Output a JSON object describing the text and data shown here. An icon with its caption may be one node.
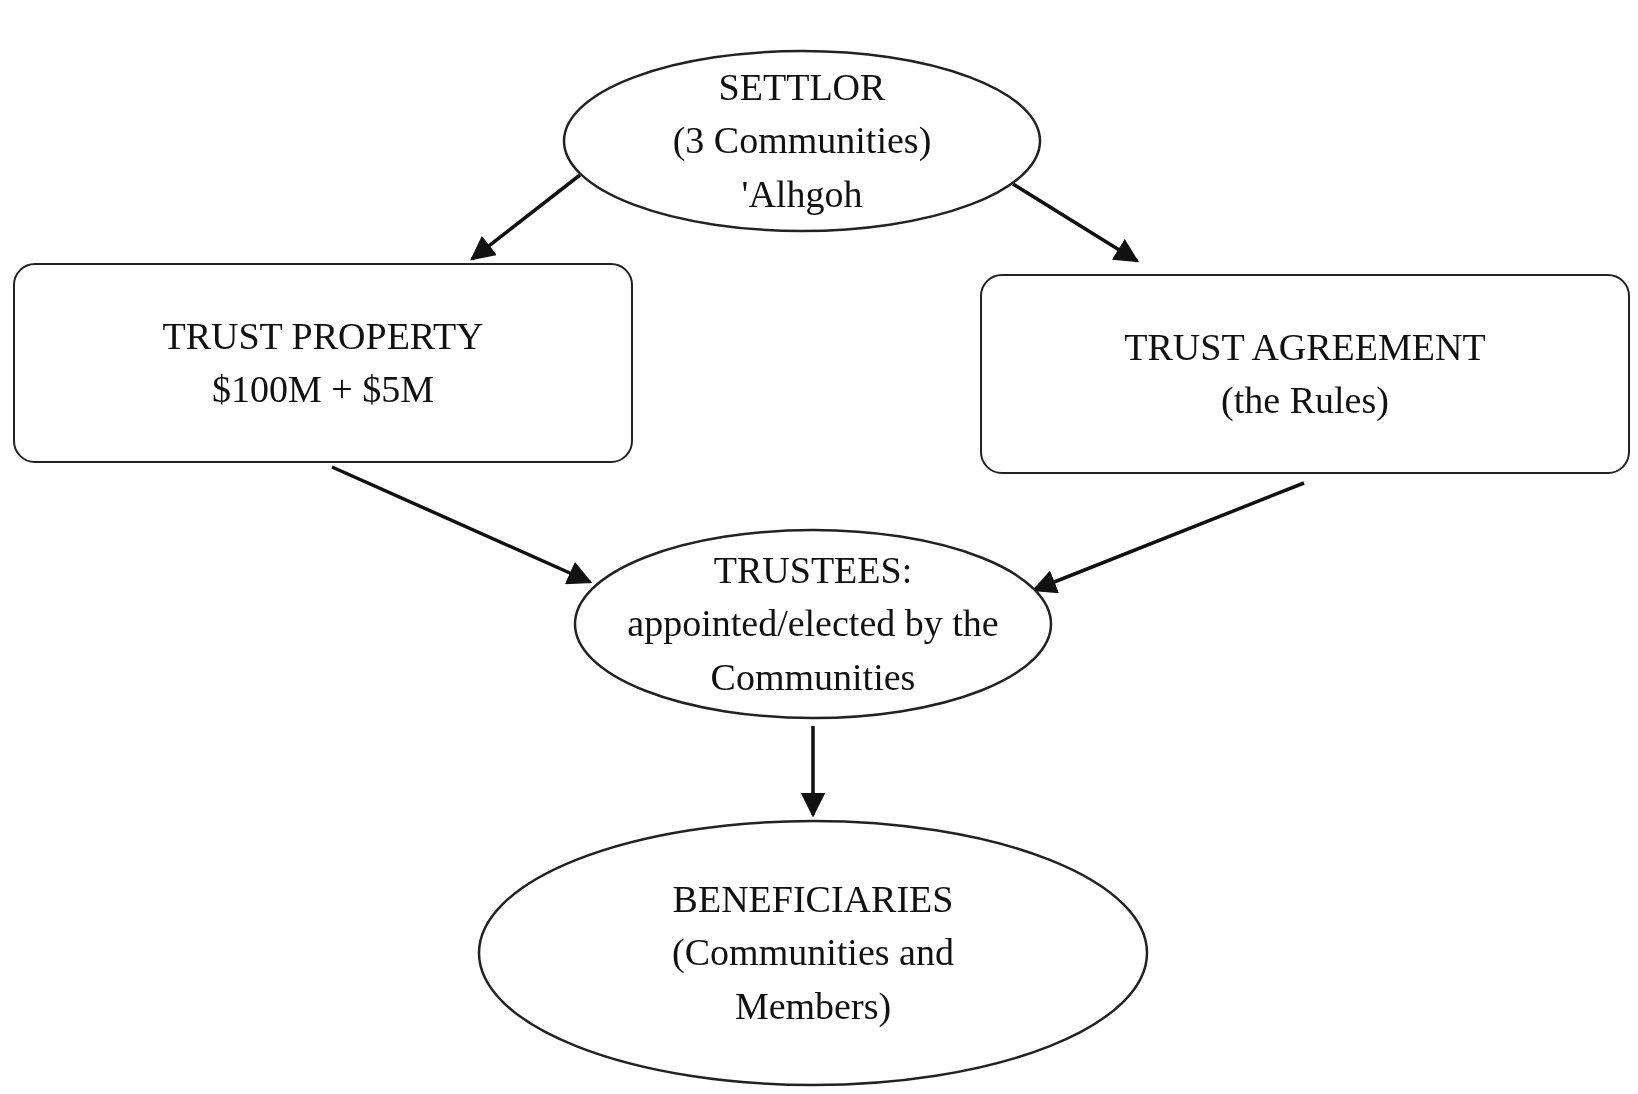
{
  "diagram": {
    "nodes": [
      {
        "text": [
          "SETTLOR",
          "(3 Communities) 'Alhgoh"
        ]
      },
      {
        "text": [
          "TRUST PROPERTY",
          "$100M + $5M"
        ]
      },
      {
        "text": [
          "TRUST AGREEMENT",
          "(the Rules)"
        ]
      },
      {
        "text": [
          "TRUSTEES:",
          "appointed/elected by the Communities"
        ]
      },
      {
        "text": [
          "BENEFICIARIES",
          "(Communities and Members)"
        ]
      }
    ],
    "edges": [
      {
        "from": 0,
        "to": 1,
        "arrow": "to"
      },
      {
        "from": 0,
        "to": 2,
        "arrow": "to"
      },
      {
        "from": 1,
        "to": 3,
        "arrow": "to"
      },
      {
        "from": 2,
        "to": 3,
        "arrow": "to"
      },
      {
        "from": 3,
        "to": 4,
        "arrow": "to"
      }
    ]
  }
}
